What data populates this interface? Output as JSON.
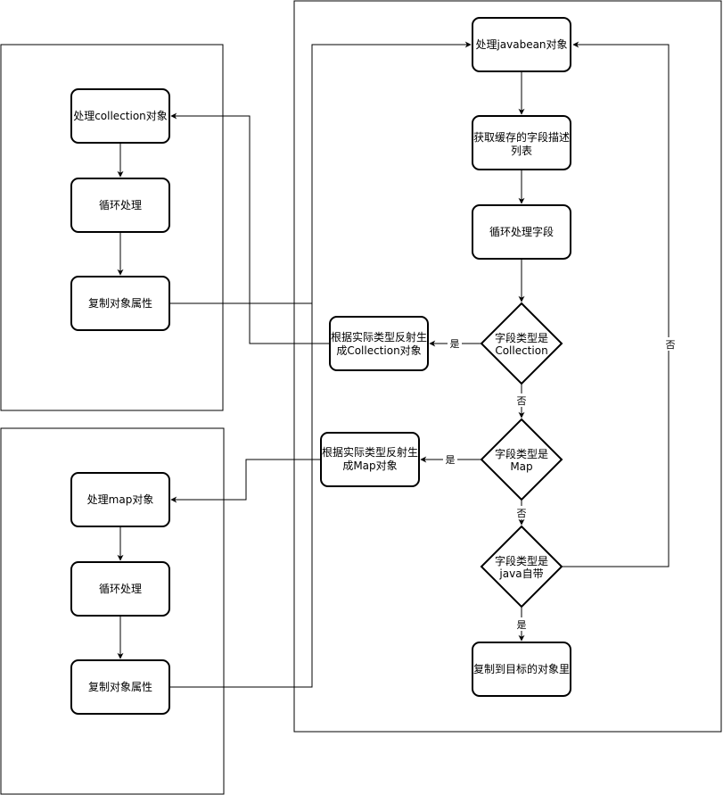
{
  "nodes": {
    "javabean": "处理javabean对象",
    "cache_line1": "获取缓存的字段描述",
    "cache_line2": "列表",
    "loop_fields": "循环处理字段",
    "is_collection_line1": "字段类型是",
    "is_collection_line2": "Collection",
    "is_map_line1": "字段类型是",
    "is_map_line2": "Map",
    "is_java_line1": "字段类型是",
    "is_java_line2": "java自带",
    "copy_target": "复制到目标的对象里",
    "reflect_collection_line1": "根据实际类型反射生",
    "reflect_collection_line2": "成Collection对象",
    "reflect_map_line1": "根据实际类型反射生",
    "reflect_map_line2": "成Map对象",
    "collection_handler": "处理collection对象",
    "collection_loop": "循环处理",
    "collection_copy": "复制对象属性",
    "map_handler": "处理map对象",
    "map_loop": "循环处理",
    "map_copy": "复制对象属性"
  },
  "edge_labels": {
    "yes": "是",
    "no": "否"
  }
}
